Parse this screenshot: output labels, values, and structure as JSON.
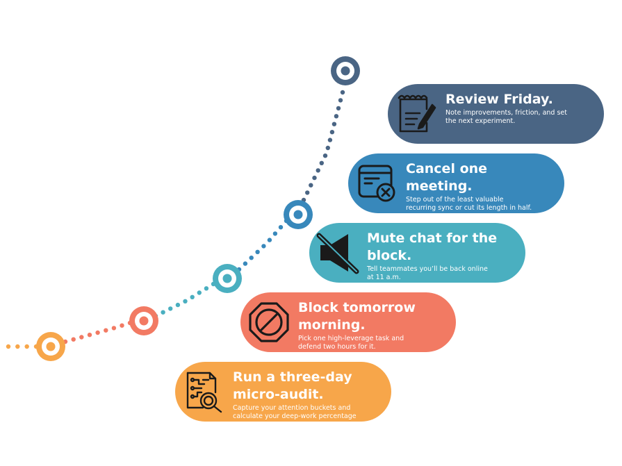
{
  "steps": [
    {
      "title": "Run a three-day micro-audit.",
      "desc": "Capture your attention buckets and calculate your deep-work percentage",
      "color": "#F7A64A",
      "icon": "search-document-icon"
    },
    {
      "title": "Block tomorrow morning.",
      "desc": "Pick one high-leverage task and defend two hours for it.",
      "color": "#F27A63",
      "icon": "stop-sign-icon"
    },
    {
      "title": "Mute chat for the block.",
      "desc": "Tell teammates you’ll be back online at 11 a.m.",
      "color": "#4AAFC0",
      "icon": "mute-icon"
    },
    {
      "title": "Cancel one meeting.",
      "desc": "Step out of the least valuable recurring sync or cut its length in half.",
      "color": "#3888BB",
      "icon": "cancel-calendar-icon"
    },
    {
      "title": "Review Friday.",
      "desc": "Note improvements, friction, and set the next experiment.",
      "color": "#4A6584",
      "icon": "review-notes-icon"
    }
  ],
  "markers": [
    {
      "color": "#F7A64A"
    },
    {
      "color": "#F27A63"
    },
    {
      "color": "#4AAFC0"
    },
    {
      "color": "#3888BB"
    },
    {
      "color": "#4A6584"
    }
  ]
}
